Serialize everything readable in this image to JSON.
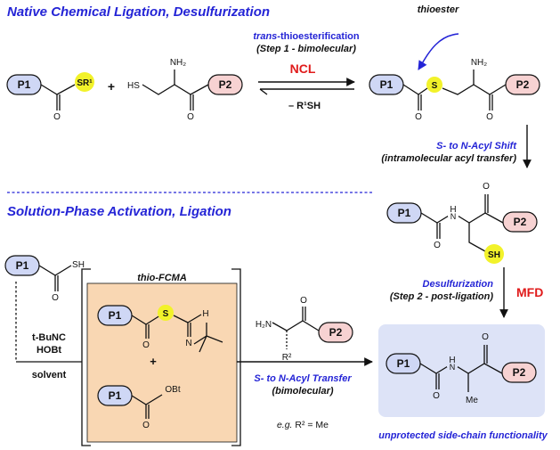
{
  "headers": {
    "ncl": "Native Chemical Ligation, Desulfurization",
    "activation": "Solution-Phase Activation, Ligation"
  },
  "step1": {
    "label_italic": "trans",
    "label_rest": "-thioesterification",
    "sub": "(Step 1 - bimolecular)",
    "ncl": "NCL",
    "byproduct": "– R¹SH"
  },
  "thioester_label": "thioester",
  "shift": {
    "title": "S- to N-Acyl Shift",
    "sub": "(intramolecular acyl transfer)"
  },
  "desulf": {
    "title": "Desulfurization",
    "sub": "(Step 2 - post-ligation)",
    "mfd": "MFD"
  },
  "transfer": {
    "title": "S- to N-Acyl Transfer",
    "sub": "(bimolecular)"
  },
  "reagents": {
    "r1": "t-BuNC",
    "r2": "HOBt",
    "solvent": "solvent"
  },
  "fcma_label": "thio-FCMA",
  "example": {
    "eg": "e.g.",
    "r2": "R² = Me"
  },
  "footer": "unprotected side-chain functionality",
  "pills": {
    "p1": "P1",
    "p2": "P2"
  },
  "atoms": {
    "sr1": "SR¹",
    "s": "S",
    "sh": "SH",
    "hs": "HS",
    "nh2": "NH₂",
    "h2n": "H₂N",
    "h": "H",
    "n": "N",
    "o": "O",
    "obt": "OBt",
    "me": "Me",
    "r2": "R²",
    "plus": "+"
  },
  "colors": {
    "blue_text": "#2424d6",
    "red_text": "#e01b1b",
    "p1_fill": "#cfd7f5",
    "p2_fill": "#f7d2d2",
    "sulfur_highlight": "#f2f22a",
    "fcma_box": "#f9d7b3",
    "product_box": "#dde3f7"
  }
}
